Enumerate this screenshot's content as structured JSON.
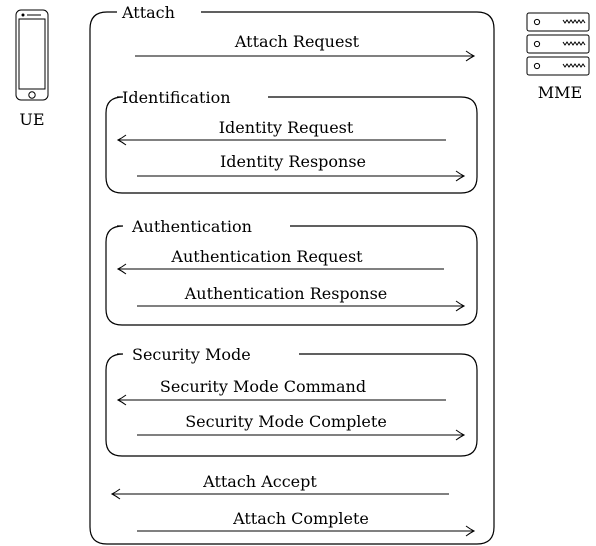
{
  "actors": {
    "ue": {
      "label": "UE",
      "icon": "phone-icon"
    },
    "mme": {
      "label": "MME",
      "icon": "server-icon"
    }
  },
  "procedure": {
    "title": "Attach",
    "messages": {
      "attach_request": "Attach Request",
      "attach_accept": "Attach Accept",
      "attach_complete": "Attach Complete"
    },
    "groups": [
      {
        "title": "Identification",
        "messages": [
          "Identity Request",
          "Identity Response"
        ]
      },
      {
        "title": "Authentication",
        "messages": [
          "Authentication Request",
          "Authentication Response"
        ]
      },
      {
        "title": "Security Mode",
        "messages": [
          "Security Mode Command",
          "Security Mode Complete"
        ]
      }
    ]
  }
}
